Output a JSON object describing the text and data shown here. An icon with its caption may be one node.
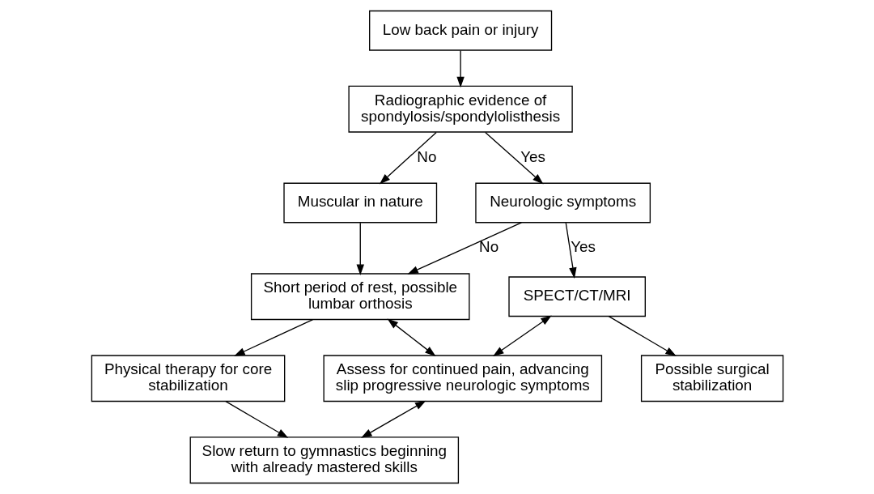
{
  "diagram": {
    "nodes": [
      {
        "text": [
          "Low back pain or injury"
        ]
      },
      {
        "text": [
          "Radiographic evidence of spondylosis/spondylolisthesis"
        ]
      },
      {
        "text": [
          "Muscular in nature"
        ]
      },
      {
        "text": [
          "Neurologic symptoms"
        ]
      },
      {
        "text": [
          "Short period of rest, possible lumbar orthosis"
        ]
      },
      {
        "text": [
          "SPECT/CT/MRI"
        ]
      },
      {
        "text": [
          "Physical therapy for core stabilization"
        ]
      },
      {
        "text": [
          "Assess for continued pain, advancing slip progressive neurologic symptoms"
        ]
      },
      {
        "text": [
          "Possible surgical stabilization"
        ]
      },
      {
        "text": [
          "Slow return to gymnastics beginning with already mastered skills"
        ]
      }
    ],
    "edges": [
      {
        "from": 0,
        "to": 1,
        "arrow": "to"
      },
      {
        "from": 1,
        "to": 2,
        "arrow": "to",
        "label": "No"
      },
      {
        "from": 1,
        "to": 3,
        "arrow": "to",
        "label": "Yes"
      },
      {
        "from": 3,
        "to": 4,
        "arrow": "to",
        "label": "No"
      },
      {
        "from": 3,
        "to": 5,
        "arrow": "to",
        "label": "Yes"
      },
      {
        "from": 2,
        "to": 4,
        "arrow": "to"
      },
      {
        "from": 4,
        "to": 6,
        "arrow": "to"
      },
      {
        "from": 6,
        "to": 9,
        "arrow": "to"
      },
      {
        "from": 5,
        "to": 8,
        "arrow": "to"
      },
      {
        "from": 4,
        "to": 7,
        "arrow": "both"
      },
      {
        "from": 7,
        "to": 5,
        "arrow": "both"
      },
      {
        "from": 9,
        "to": 7,
        "arrow": "both"
      }
    ]
  }
}
